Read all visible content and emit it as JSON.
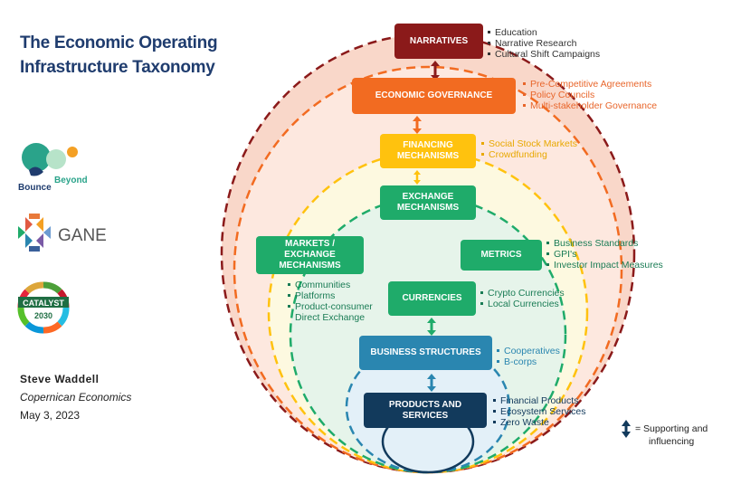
{
  "title_line1": "The Economic Operating",
  "title_line2": "Infrastructure Taxonomy",
  "logos": {
    "bounce_beyond": {
      "word1": "Bounce",
      "word2": "Beyond"
    },
    "gane": {
      "text": "GANE"
    },
    "catalyst": {
      "text1": "CATALYST",
      "text2": "2030"
    }
  },
  "author": {
    "name": "Steve Waddell",
    "affiliation": "Copernican Economics",
    "date": "May 3, 2023"
  },
  "boxes": {
    "narratives": {
      "label": "NARRATIVES",
      "color": "#8b1a1a"
    },
    "governance": {
      "label": "ECONOMIC GOVERNANCE",
      "color": "#f26b21"
    },
    "financing": {
      "line1": "FINANCING",
      "line2": "MECHANISMS",
      "color": "#ffc20e"
    },
    "exchange": {
      "line1": "EXCHANGE",
      "line2": "MECHANISMS",
      "color": "#1fab6a"
    },
    "markets": {
      "line1": "MARKETS / EXCHANGE",
      "line2": "MECHANISMS",
      "color": "#1fab6a"
    },
    "metrics": {
      "label": "METRICS",
      "color": "#1fab6a"
    },
    "currencies": {
      "label": "CURRENCIES",
      "color": "#1fab6a"
    },
    "business": {
      "label": "BUSINESS STRUCTURES",
      "color": "#2a86b0"
    },
    "products": {
      "line1": "PRODUCTS AND",
      "line2": "SERVICES",
      "color": "#123a5c"
    }
  },
  "bullets": {
    "narratives": [
      "Education",
      "Narrative Research",
      "Cultural Shift Campaigns"
    ],
    "governance": [
      "Pre-Competitive Agreements",
      "Policy Councils",
      "Multi-stakeholder Governance"
    ],
    "financing": [
      "Social Stock Markets",
      "Crowdfunding"
    ],
    "metrics": [
      "Business Standards",
      "GPI's",
      "Investor Impact Measures"
    ],
    "markets": [
      "Communities",
      "Platforms",
      "Product-consumer",
      "Direct Exchange"
    ],
    "currencies": [
      "Crypto Currencies",
      "Local Currencies"
    ],
    "business": [
      "Cooperatives",
      "B-corps"
    ],
    "products": [
      "Financial Products",
      "Ecosystem Services",
      "Zero Waste"
    ]
  },
  "legend": {
    "line1": "= Supporting and",
    "line2": "influencing"
  }
}
